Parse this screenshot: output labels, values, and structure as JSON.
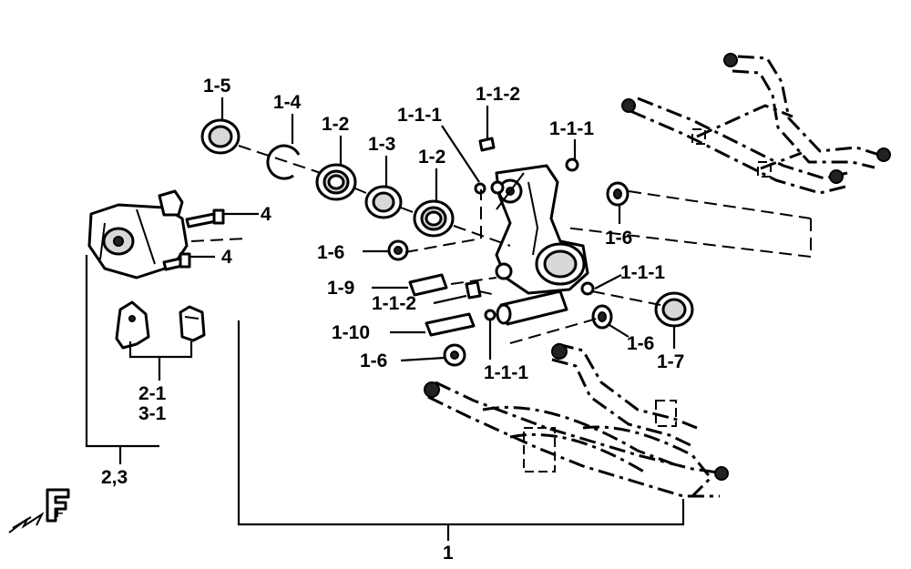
{
  "diagram": {
    "labels": {
      "l1_5": "1-5",
      "l1_4": "1-4",
      "l1_2a": "1-2",
      "l1_3": "1-3",
      "l1_2b": "1-2",
      "l1_1_1a": "1-1-1",
      "l1_1_2a": "1-1-2",
      "l1_1_1b": "1-1-1",
      "l4a": "4",
      "l4b": "4",
      "l1_6a": "1-6",
      "l1_6b": "1-6",
      "l1_9": "1-9",
      "l1_1_2b": "1-1-2",
      "l1_1_1c": "1-1-1",
      "l1_10": "1-10",
      "l1_6c": "1-6",
      "l1_7": "1-7",
      "l1_6d": "1-6",
      "l1_1_1d": "1-1-1",
      "l2_1": "2-1",
      "l3_1": "3-1",
      "l2_3": "2,3",
      "l1": "1"
    },
    "front_marker": "F",
    "icons": [
      "front-direction-icon"
    ]
  }
}
